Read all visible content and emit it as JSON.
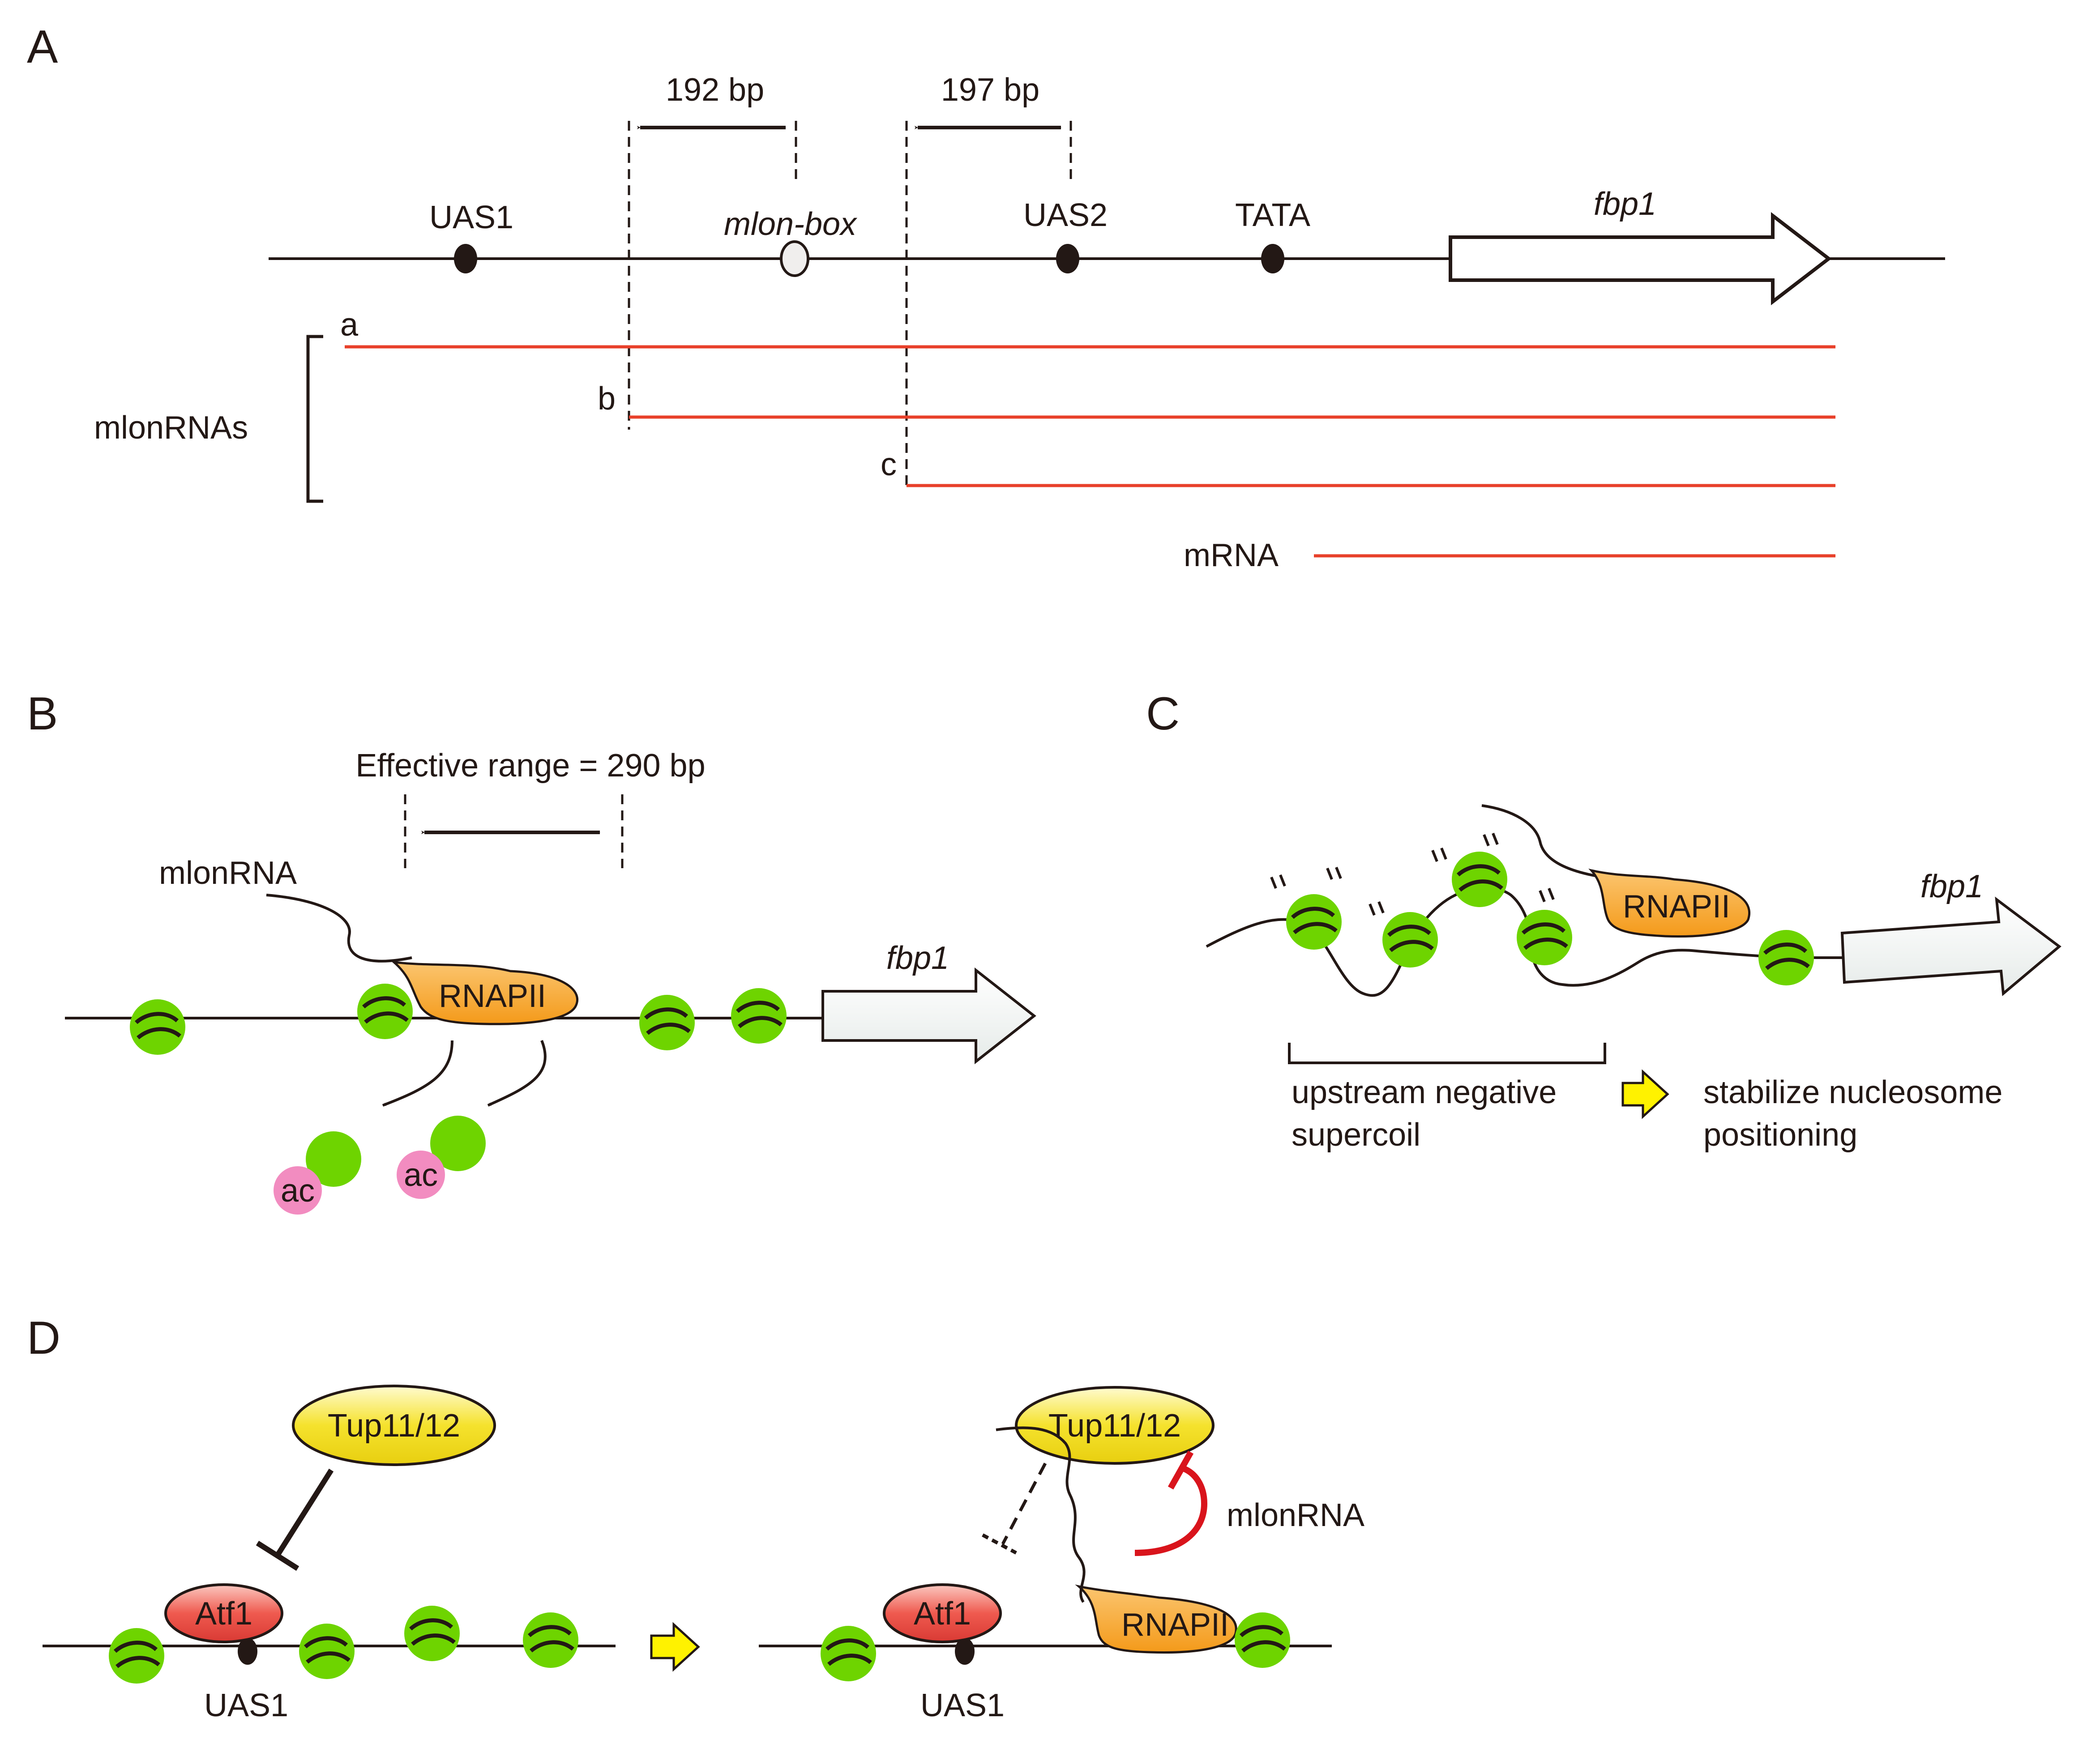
{
  "colors": {
    "line": "#231815",
    "rna_arrow": "#e8402a",
    "nucleosome": "#6ed400",
    "rnapii": "#f7a429",
    "acetyl": "#f28cc0",
    "tup": "#f5e22d",
    "atf1": "#e8433e",
    "gene_arrow_fill": "#f0f3f2",
    "small_arrow": "#fff200",
    "inhibit_red": "#d9141c"
  },
  "panelA": {
    "letter": "A",
    "dist1": "192 bp",
    "dist2": "197 bp",
    "uas1": "UAS1",
    "mlonbox": "mlon-box",
    "uas2": "UAS2",
    "tata": "TATA",
    "gene": "fbp1",
    "label_a": "a",
    "label_b": "b",
    "label_c": "c",
    "mlonrnas": "mlonRNAs",
    "mrna": "mRNA"
  },
  "panelB": {
    "letter": "B",
    "range": "Effective range = 290 bp",
    "mlonrna": "mlonRNA",
    "rnapii": "RNAPII",
    "gene": "fbp1",
    "ac": "ac"
  },
  "panelC": {
    "letter": "C",
    "gene": "fbp1",
    "rnapii": "RNAPII",
    "supercoil_line1": "upstream negative",
    "supercoil_line2": "supercoil",
    "stabilize_line1": "stabilize nucleosome",
    "stabilize_line2": "positioning"
  },
  "panelD": {
    "letter": "D",
    "tup": "Tup11/12",
    "atf1": "Atf1",
    "uas1": "UAS1",
    "rnapii": "RNAPII",
    "mlonrna": "mlonRNA"
  }
}
